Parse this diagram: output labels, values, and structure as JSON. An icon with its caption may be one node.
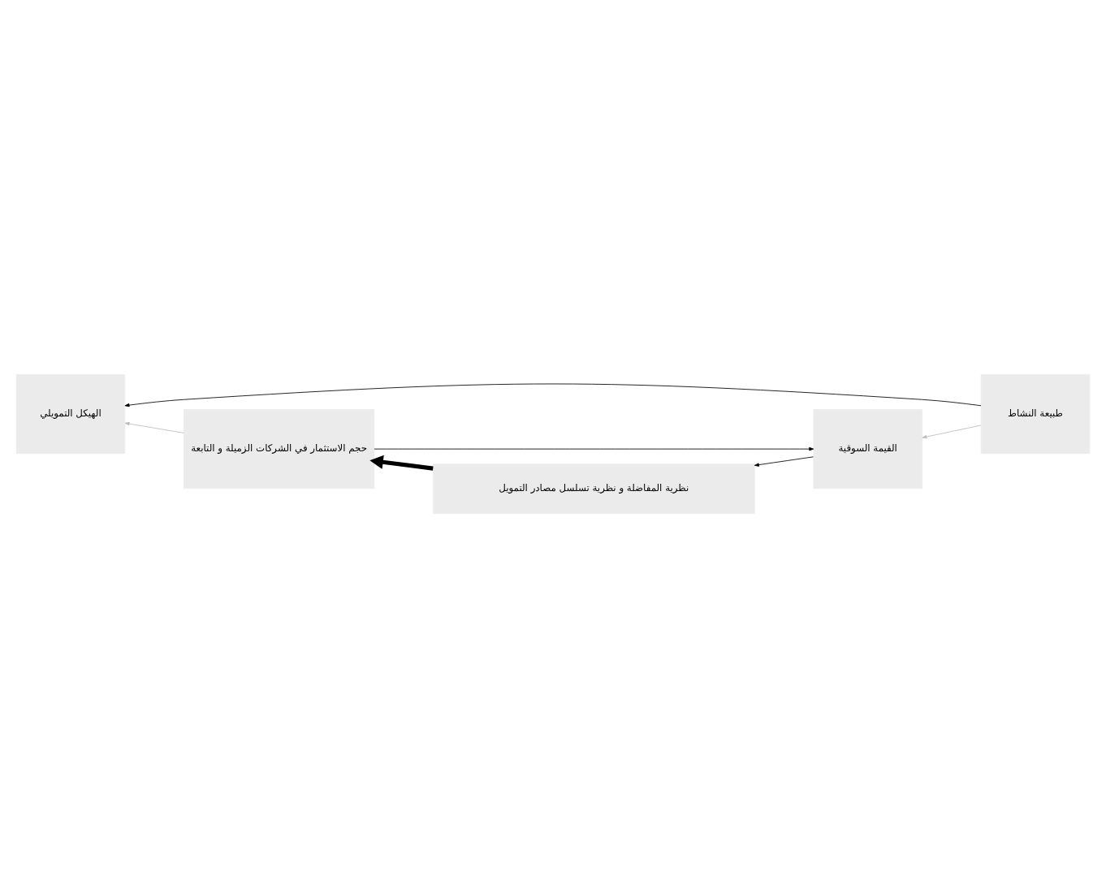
{
  "diagram": {
    "nodes": [
      {
        "text": [
          "طبيعة النشاط"
        ]
      },
      {
        "text": [
          "الهيكل التمويلي"
        ]
      },
      {
        "text": [
          "حجم الاستثمار في الشركات الزميلة و التابعة"
        ]
      },
      {
        "text": [
          "القيمة السوقية"
        ]
      },
      {
        "text": [
          "نظرية المفاضلة و نظرية تسلسل مصادر التمويل"
        ]
      }
    ],
    "edges": [
      {
        "from": 0,
        "to": 1,
        "arrow": "to"
      },
      {
        "from": 2,
        "to": 1,
        "arrow": "to",
        "color": "#bbbbbb"
      },
      {
        "from": 0,
        "to": 3,
        "arrow": "to",
        "color": "#bbbbbb"
      },
      {
        "from": 2,
        "to": 3,
        "arrow": "to"
      },
      {
        "from": 3,
        "to": 4,
        "arrow": "to"
      },
      {
        "from": 4,
        "to": 2,
        "arrow": "to",
        "style": "thick"
      }
    ]
  }
}
